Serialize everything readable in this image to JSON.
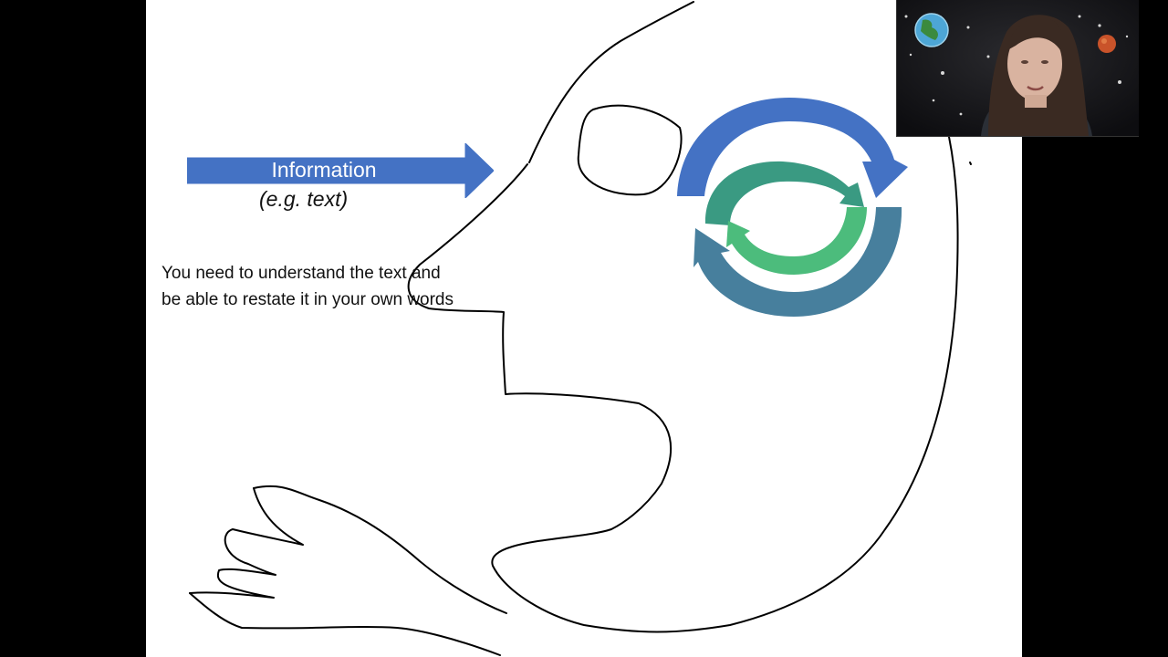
{
  "slide": {
    "arrow_label": "Information",
    "example_label": "(e.g. text)",
    "body_text": "You need to understand the text and be able to restate it in your own words"
  },
  "colors": {
    "arrow_blue": "#4472c4",
    "cycle_teal": "#3a9a82",
    "cycle_green": "#4cbc7c",
    "cycle_slate": "#477f9d",
    "outline": "#000000"
  },
  "icons": {
    "cycle": "cycle-arrows-icon",
    "earth": "earth-icon",
    "mars": "mars-icon"
  }
}
